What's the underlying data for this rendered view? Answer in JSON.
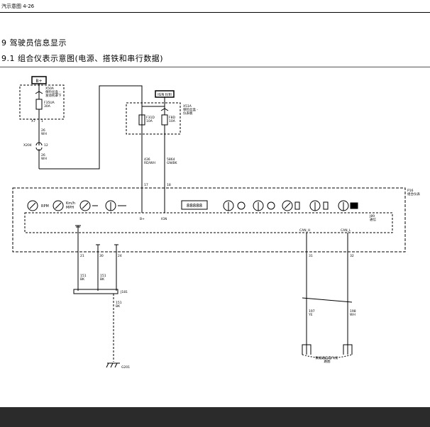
{
  "header": {
    "breadcrumb": "汽示意图 4-26",
    "section_title": "9 驾驶员信息显示",
    "subsection_title": "9.1 组合仪表示意图(电源、搭铁和串行数据)"
  },
  "diagram": {
    "bplus_box": "B+",
    "fuse_block1_label": [
      "X50A",
      "保险丝盒 -",
      "发动机罩下"
    ],
    "fuse_f35": [
      "F35UA",
      "30A"
    ],
    "conn_x7": "X7",
    "pin_x7": "1",
    "wire_26_a": [
      "26",
      "WH"
    ],
    "conn_x204": "X204",
    "pin_x204": "12",
    "wire_26_b": [
      "26",
      "WH"
    ],
    "ign_box": "IGN II/III",
    "fuse_block2_label": [
      "X51A",
      "保险丝盒 -",
      "仪表板"
    ],
    "fuse_f31": [
      "F31D",
      "10A"
    ],
    "fuse_f8": [
      "F8D",
      "10A"
    ],
    "wire_436": [
      "436",
      "RD/WH"
    ],
    "wire_5864": [
      "5864",
      "GN/BK"
    ],
    "pin_17": "17",
    "pin_18": "18",
    "module_label": [
      "P16",
      "组合仪表"
    ],
    "inner_label": [
      "J89",
      "通信"
    ],
    "gauge_rpm": "RPM",
    "gauge_kmh": [
      "Km/h",
      "MPH"
    ],
    "lcd_digits": "88888",
    "term_bplus": "B+",
    "term_ign": "IGN",
    "term_can_h": "CAN_H",
    "term_can_l": "CAN_L",
    "pin_21": "21",
    "pin_30": "30",
    "pin_24": "24",
    "pin_31": "31",
    "pin_32": "32",
    "wire_151_a": [
      "151",
      "BK"
    ],
    "wire_151_b": [
      "151",
      "BK"
    ],
    "splice_j181": "J181",
    "wire_151_c": [
      "151",
      "BK"
    ],
    "ground_g201": "G201",
    "wire_197": [
      "197",
      "YE"
    ],
    "wire_198": [
      "198",
      "WH"
    ],
    "can_bus_label": [
      "数据通信电气线",
      "路图"
    ]
  }
}
